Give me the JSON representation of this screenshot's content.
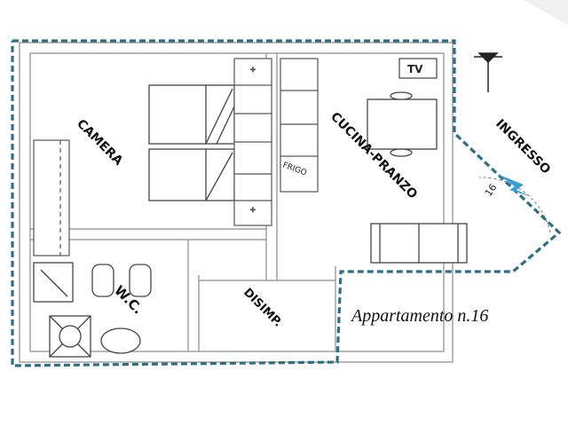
{
  "title": "Appartamento n.16",
  "rooms": {
    "camera": "CAMERA",
    "cucina": "CUCINA-PRANZO",
    "ingresso": "INGRESSO",
    "wc": "W.C.",
    "disimpegno": "DISIMP."
  },
  "appliances": {
    "tv": "TV",
    "frigo": "FRIGO"
  },
  "entrance_number": "16",
  "colors": {
    "boundary": "#2e6f86",
    "wall": "#6a6a6a",
    "line": "#555555",
    "entrance_arrow": "#3ba0d8"
  }
}
